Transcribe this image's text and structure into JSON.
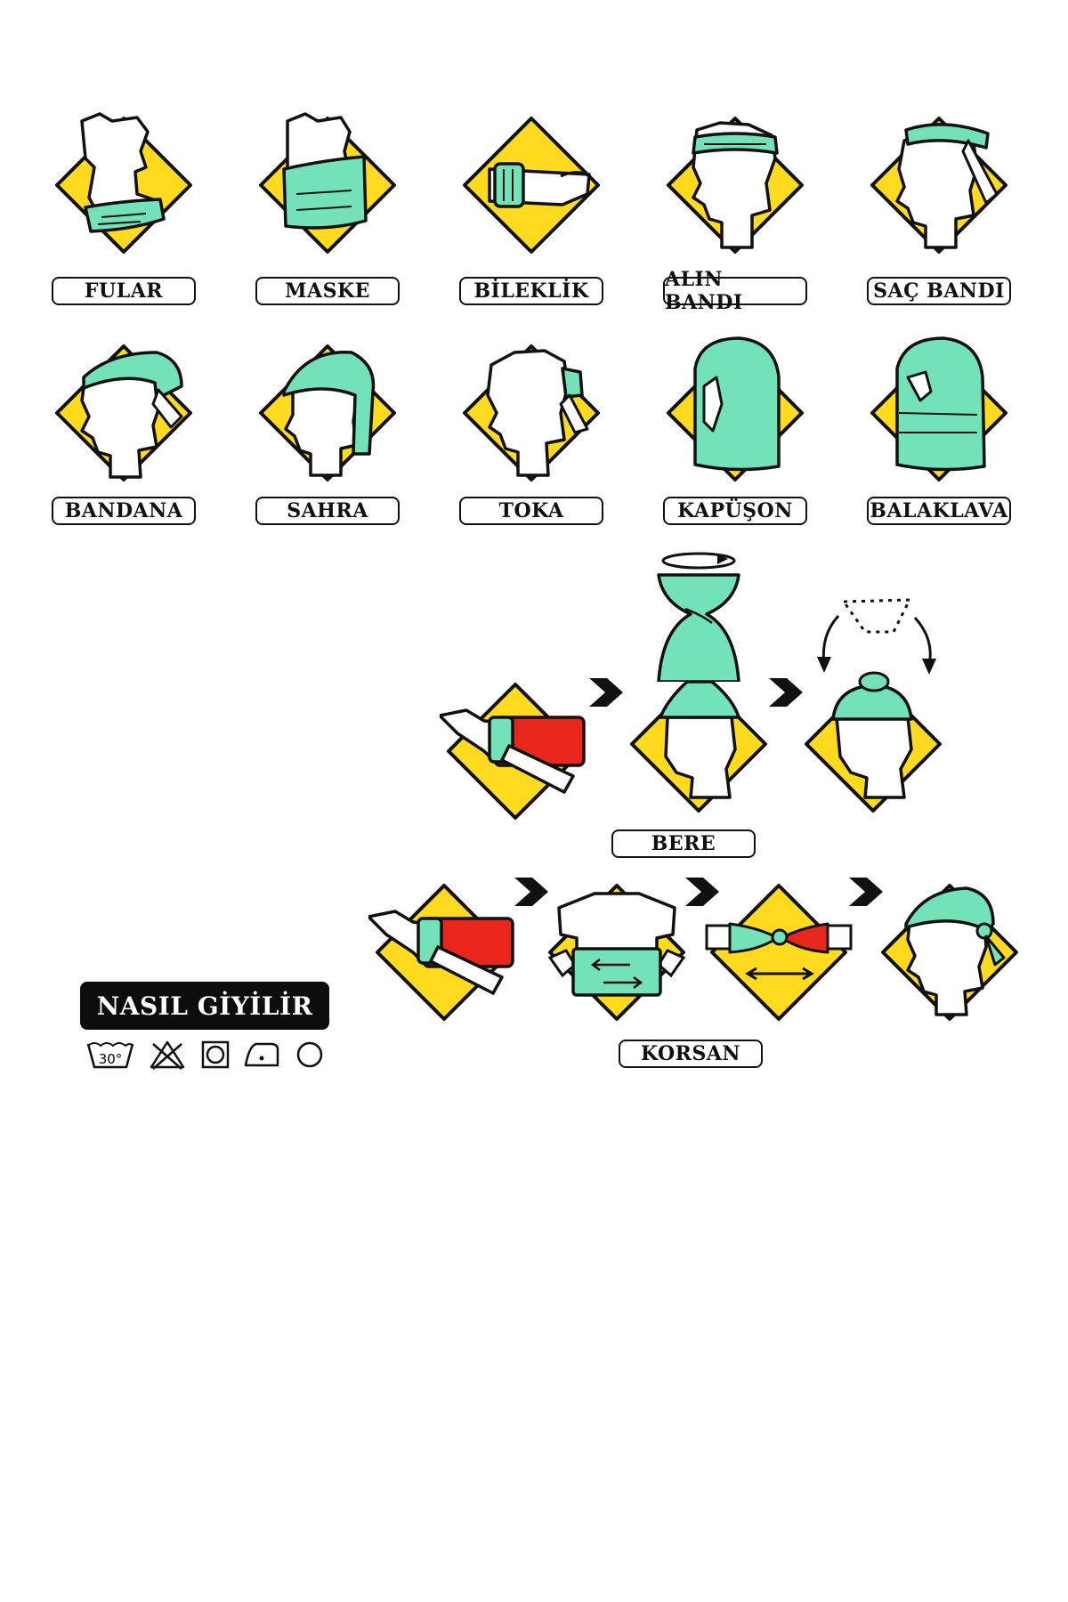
{
  "styles": [
    {
      "label": "FULAR",
      "icon": "fular-icon"
    },
    {
      "label": "MASKE",
      "icon": "maske-icon"
    },
    {
      "label": "BİLEKLİK",
      "icon": "bileklik-icon"
    },
    {
      "label": "ALIN BANDI",
      "icon": "alin-bandi-icon"
    },
    {
      "label": "SAÇ BANDI",
      "icon": "sac-bandi-icon"
    },
    {
      "label": "BANDANA",
      "icon": "bandana-icon"
    },
    {
      "label": "SAHRA",
      "icon": "sahra-icon"
    },
    {
      "label": "TOKA",
      "icon": "toka-icon"
    },
    {
      "label": "KAPÜŞON",
      "icon": "kapuson-icon"
    },
    {
      "label": "BALAKLAVA",
      "icon": "balaklava-icon"
    }
  ],
  "bere": {
    "label": "BERE",
    "steps": [
      "fold-icon",
      "twist-icon",
      "cap-icon"
    ]
  },
  "korsan": {
    "label": "KORSAN",
    "steps": [
      "fold-icon",
      "stretch-icon",
      "knot-icon",
      "pirate-icon"
    ]
  },
  "howto": {
    "title": "NASIL GİYİLİR"
  },
  "care": {
    "wash_temp": "30°",
    "icons": [
      "wash-30-icon",
      "no-bleach-icon",
      "tumble-dry-icon",
      "iron-icon",
      "dry-clean-icon"
    ]
  },
  "colors": {
    "yellow": "#FFDA1F",
    "mint": "#74E2B8",
    "red": "#E8261C",
    "ink": "#111111",
    "white": "#FFFFFF"
  }
}
